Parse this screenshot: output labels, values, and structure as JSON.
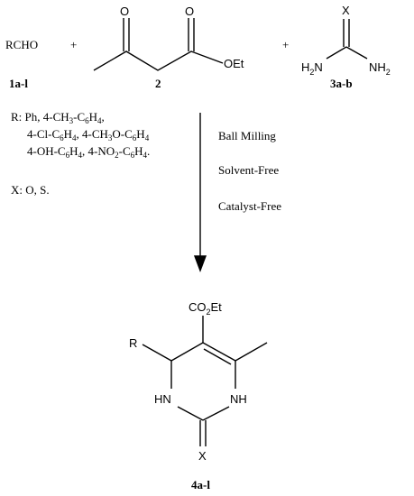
{
  "reactants": {
    "aldehyde": {
      "formula": "RCHO",
      "label": "1a-l"
    },
    "plus_1": "+",
    "ketoester": {
      "label": "2",
      "atom_o_top": "O",
      "atom_o_ring": "O",
      "ester_group": "OEt"
    },
    "plus_2": "+",
    "urea": {
      "label": "3a-b",
      "atom_x": "X",
      "amine_left": "H2N",
      "amine_right": "NH2"
    }
  },
  "substituents": {
    "r_line1": "R: Ph, 4-CH3-C6H4,",
    "r_line2": "4-Cl-C6H4, 4-CH3O-C6H4",
    "r_line3": "4-OH-C6H4, 4-NO2-C6H4.",
    "x_line": "X: O, S."
  },
  "conditions": [
    "Ball Milling",
    "Solvent-Free",
    "Catalyst-Free"
  ],
  "product": {
    "label": "4a-l",
    "ester": "CO2Et",
    "r_group": "R",
    "nh_left": "HN",
    "nh_right": "NH",
    "atom_x": "X"
  }
}
